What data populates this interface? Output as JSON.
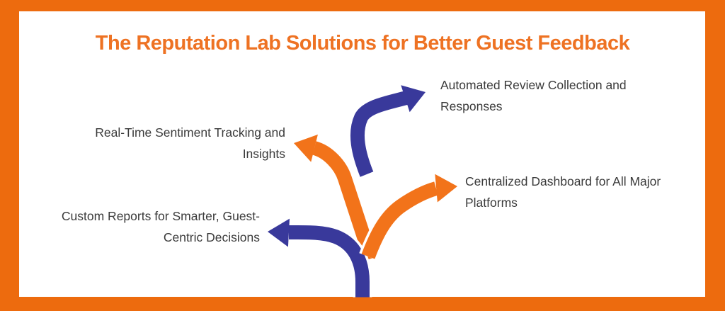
{
  "title": "The Reputation Lab Solutions for Better Guest Feedback",
  "callouts": [
    {
      "name": "automated-review",
      "lines": [
        "Automated Review Collection and",
        "Responses"
      ]
    },
    {
      "name": "realtime-sentiment",
      "lines": [
        "Real-Time Sentiment Tracking and",
        "Insights"
      ]
    },
    {
      "name": "centralized-dashboard",
      "lines": [
        "Centralized Dashboard for All Major",
        "Platforms"
      ]
    },
    {
      "name": "custom-reports",
      "lines": [
        "Custom Reports for Smarter, Guest-",
        "Centric Decisions"
      ]
    }
  ],
  "colors": {
    "frame_orange": "#ED6B0E",
    "arrow_orange": "#F2731A",
    "arrow_blue": "#39399B",
    "title_orange": "#EE7223",
    "label_text": "#3B3B3B",
    "panel_bg": "#FFFFFF"
  }
}
